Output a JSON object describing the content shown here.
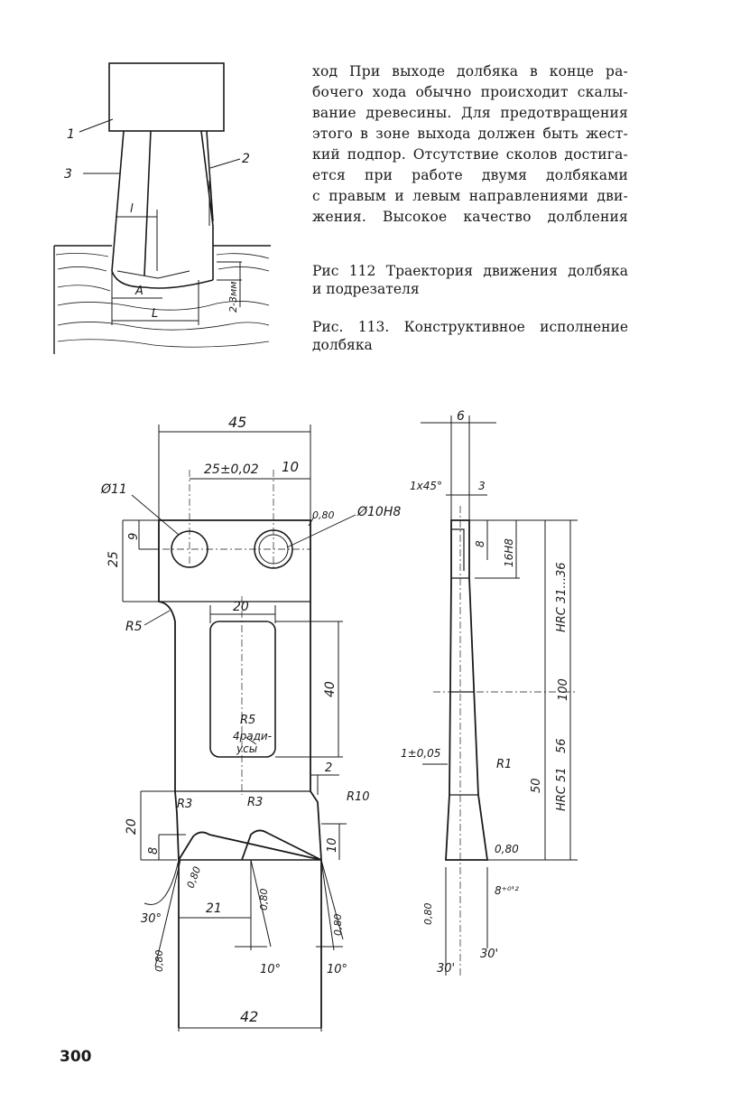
{
  "body_text": {
    "lines": [
      "ход При выходе долбяка в конце ра-",
      "бочего хода обычно происходит скалы-",
      "вание древесины. Для предотвращения",
      "этого в зоне выхода должен быть жест-",
      "кий подпор. Отсутствие сколов достига-",
      "ется при работе двумя долбяками",
      "с правым и левым направлениями дви-",
      "жения. Высокое качество долбления"
    ]
  },
  "captions": {
    "fig112_line1": "Рис 112 Траектория движения долбяка",
    "fig112_line2": "и подрезателя",
    "fig113_line1": "Рис. 113. Конструктивное исполнение",
    "fig113_line2": "долбяка"
  },
  "figure112": {
    "labels": {
      "part1": "1",
      "part2": "2",
      "part3": "3",
      "l": "l",
      "A": "A",
      "L": "L",
      "dim_2_3": "2-3мм"
    }
  },
  "figure113_front": {
    "dims": {
      "width_top": "45",
      "hole_spacing": "25±0,02",
      "hole_edge": "10",
      "hole_dia_left": "Ø11",
      "hole_dia_right": "Ø10H8",
      "roughness_top": "0,80",
      "dim_25": "25",
      "dim_9": "9",
      "r5_left": "R5",
      "slot_width": "20",
      "slot_height": "40",
      "slot_radius": "R5",
      "slot_note_1": "4ради-",
      "slot_note_2": "усы",
      "dim_2": "2",
      "r3_left": "R3",
      "r3_right": "R3",
      "r10": "R10",
      "dim_20": "20",
      "dim_8": "8",
      "dim_10": "10",
      "tooth_pitch": "21",
      "angle_30": "30°",
      "angle_10_a": "10°",
      "angle_10_b": "10°",
      "rough_a": "0,80",
      "rough_b": "0,80",
      "rough_c": "0,80",
      "rough_d": "0,80",
      "width_bottom": "42"
    }
  },
  "figure113_side": {
    "dims": {
      "thickness": "6",
      "chamfer": "1x45°",
      "dim_3": "3",
      "dim_8": "8",
      "dim_16h8": "16H8",
      "hrc_31_36": "HRC 31...36",
      "len_100": "100",
      "dim_56": "56",
      "hrc_51_56": "HRC 51",
      "dim_50": "50",
      "tol_1": "1±0,05",
      "r1": "R1",
      "rough_side": "0,80",
      "dim_8_tol": "8⁺⁰'²",
      "rough_bottom": "0,80",
      "angle_30_left": "30'",
      "angle_30_right": "30'"
    }
  },
  "page_number": "300"
}
